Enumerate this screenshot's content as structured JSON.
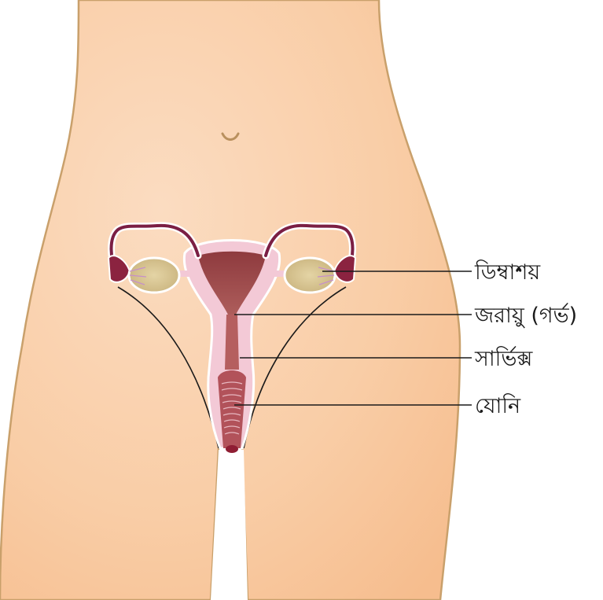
{
  "labels": {
    "ovary": "ডিম্বাশয়",
    "uterus": "জরায়ু (গর্ভ)",
    "cervix": "সার্ভিক্স",
    "vagina": "যোনি"
  },
  "colors": {
    "skin": "#f8c79e",
    "skin_outline": "#c9a06b",
    "uterus_wall": "#a34f4f",
    "tissue_pink": "#f3c9d6",
    "ovary": "#d7c28f",
    "fallopian_tube": "#7b1f44"
  }
}
